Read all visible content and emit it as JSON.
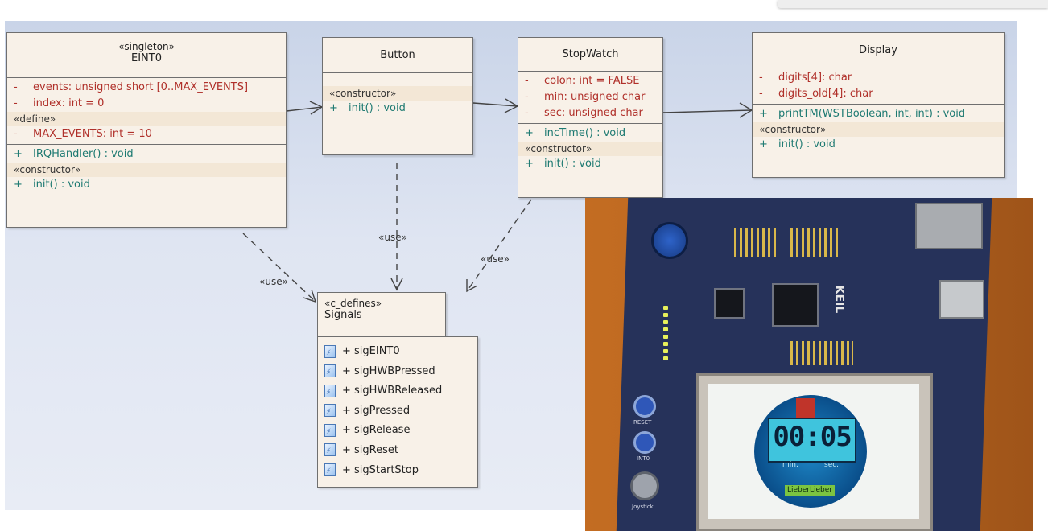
{
  "classes": {
    "eint0": {
      "stereotype": "«singleton»",
      "name": "EINT0",
      "attributes": [
        {
          "vis": "-",
          "text": "events:  unsigned short [0..MAX_EVENTS]"
        },
        {
          "vis": "-",
          "text": "index:  int = 0"
        }
      ],
      "define_stereotype": "«define»",
      "defines": [
        {
          "vis": "-",
          "text": "MAX_EVENTS:  int = 10"
        }
      ],
      "operations": [
        {
          "vis": "+",
          "text": "IRQHandler() : void"
        }
      ],
      "constructor_stereotype": "«constructor»",
      "constructors": [
        {
          "vis": "+",
          "text": "init() : void"
        }
      ]
    },
    "button": {
      "name": "Button",
      "constructor_stereotype": "«constructor»",
      "constructors": [
        {
          "vis": "+",
          "text": "init() : void"
        }
      ]
    },
    "stopwatch": {
      "name": "StopWatch",
      "attributes": [
        {
          "vis": "-",
          "text": "colon:  int = FALSE"
        },
        {
          "vis": "-",
          "text": "min:  unsigned char"
        },
        {
          "vis": "-",
          "text": "sec:  unsigned char"
        }
      ],
      "operations": [
        {
          "vis": "+",
          "text": "incTime() : void"
        }
      ],
      "constructor_stereotype": "«constructor»",
      "constructors": [
        {
          "vis": "+",
          "text": "init() : void"
        }
      ]
    },
    "display": {
      "name": "Display",
      "attributes": [
        {
          "vis": "-",
          "text": "digits[4]:  char"
        },
        {
          "vis": "-",
          "text": "digits_old[4]:  char"
        }
      ],
      "operations": [
        {
          "vis": "+",
          "text": "printTM(WSTBoolean, int, int) : void"
        }
      ],
      "constructor_stereotype": "«constructor»",
      "constructors": [
        {
          "vis": "+",
          "text": "init() : void"
        }
      ]
    }
  },
  "signals": {
    "stereotype": "«c_defines»",
    "name": "Signals",
    "items": [
      "+ sigEINT0",
      "+ sigHWBPressed",
      "+ sigHWBReleased",
      "+ sigPressed",
      "+ sigRelease",
      "+ sigReset",
      "+ sigStartStop"
    ]
  },
  "use_labels": {
    "eint0": "«use»",
    "button": "«use»",
    "stopwatch": "«use»"
  },
  "photo": {
    "time": "00:05",
    "units_min": "min.",
    "units_sec": "sec.",
    "badge": "LieberLieber",
    "board_brand": "KEIL",
    "board_labels": [
      "RESET",
      "INT0",
      "Joystick"
    ]
  },
  "colors": {
    "attribute": "#b0302a",
    "operation": "#1e7a72",
    "class_fill": "#f8f1e8",
    "diagram_bg": "#d8e0ef"
  }
}
